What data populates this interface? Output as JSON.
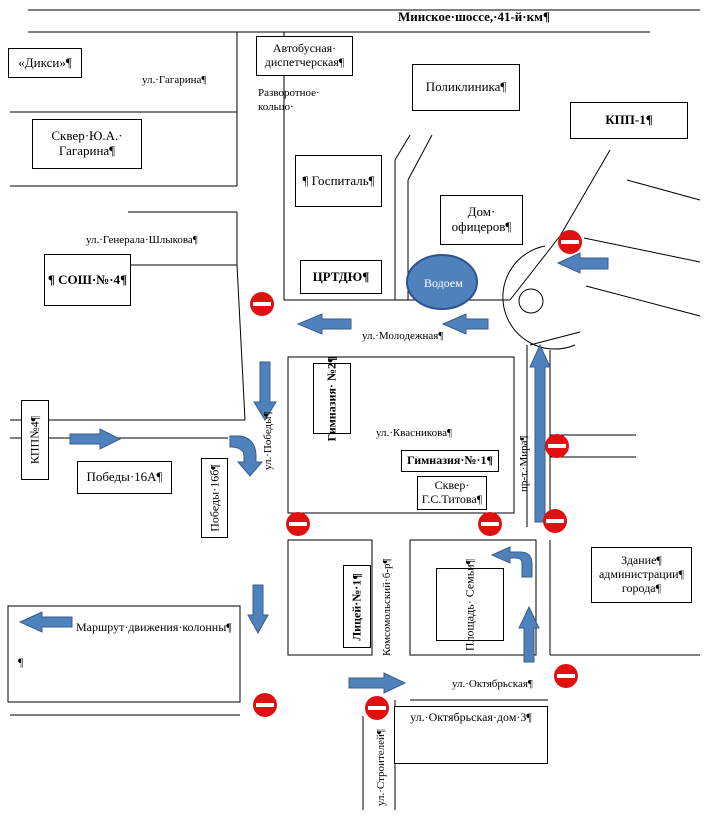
{
  "header": {
    "title": "Минское·шоссе,·41-й·км¶"
  },
  "buildings": {
    "dixi": "«Дикси»¶",
    "bus_dispatch": "Автобусная· диспетчерская¶",
    "clinic": "Поликлиника¶",
    "kpp1": "КПП-1¶",
    "gagarin_square": "Сквер·Ю.А.· Гагарина¶",
    "hospital": "¶ Госпиталь¶",
    "officers_house": "Дом· офицеров¶",
    "school4": "¶ СОШ·№·4¶",
    "crtdyu": "ЦРТДЮ¶",
    "reservoir": "Водоем",
    "kpp4": "КПП№4¶",
    "gymnasium2": "Гимназия· №2¶",
    "gymnasium1": "Гимназия·№·1¶",
    "titov_square": "Сквер· Г.С.Титова¶",
    "pobedy16a": "Победы·16А¶",
    "pobedy16b": "Победы·16б¶",
    "lyceum1": "Лицей·№·1¶",
    "family_square": "Площадь· Семьи¶",
    "admin": "Здание¶ администрации¶ города¶",
    "column_route": "Маршрут·движения·колонны¶",
    "empty_para": "¶",
    "oktyabrskaya3": "ул.·Октябрьская·дом·3¶"
  },
  "streets": {
    "gagarina": "ул.·Гагарина¶",
    "turning_ring": "Разворотное· кольцо·",
    "shlykova": "ул.·Генерала·Шлыкова¶",
    "molodezhnaya": "ул.·Молодежная¶",
    "kvasnikova": "ул.·Квасникова¶",
    "pobedy": "ул.·Победы¶",
    "mira": "пр-т.·Мира¶",
    "komsomolsky": "Комсомольский·б-р¶",
    "oktyabrskaya": "ул.·Октябрьская¶",
    "stroiteley": "ул.·Строителей¶"
  },
  "colors": {
    "arrow_fill": "#4f81bd",
    "arrow_stroke": "#385d8a",
    "no_entry": "#e01010",
    "reservoir_fill": "#4f81bd"
  }
}
